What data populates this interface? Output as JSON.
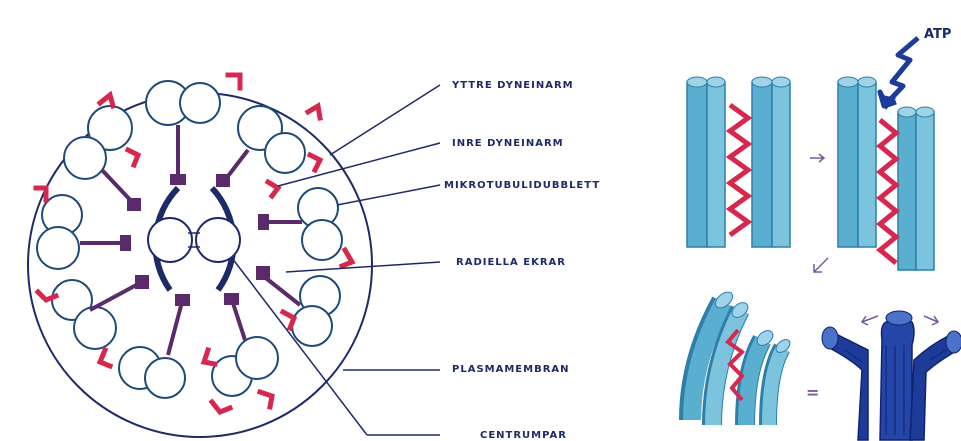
{
  "labels": {
    "outer_dynein_arm": "YTTRE DYNEINARM",
    "inner_dynein_arm": "INRE DYNEINARM",
    "microtubule_doublet": "MIKROTUBULIDUBBLETT",
    "radial_spokes": "RADIELLA EKRAR",
    "plasma_membrane": "PLASMAMEMBRAN",
    "central_pair": "CENTRUMPAR"
  },
  "atp_label": "ATP",
  "equals_sign": "=",
  "colors": {
    "outline": "#1e2a68",
    "microtubule": "#5aaed0",
    "microtubule_dark": "#2e7ea8",
    "dynein": "#d8274f",
    "spoke": "#5a2a6a",
    "bundle": "#1d3c9a"
  }
}
